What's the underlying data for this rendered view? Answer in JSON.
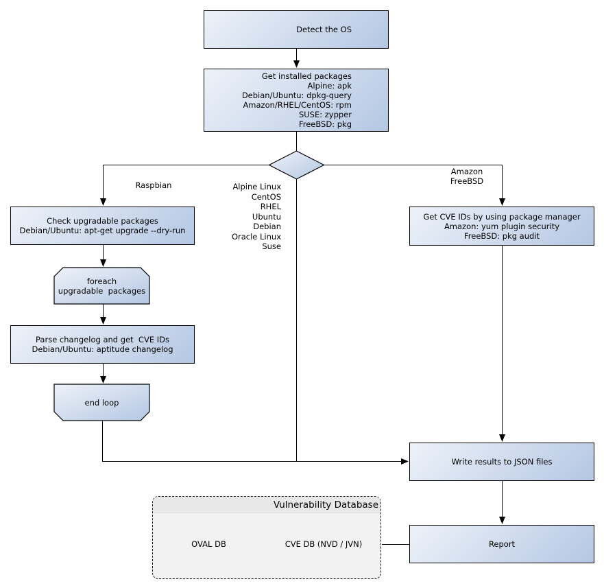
{
  "diagram": {
    "nodes": {
      "detect": {
        "label": "Detect the OS"
      },
      "get_installed_packages": {
        "label": "Get installed packages\nAlpine: apk\nDebian/Ubuntu: dpkg-query\nAmazon/RHEL/CentOS: rpm\nSUSE: zypper\nFreeBSD: pkg"
      },
      "check_upgradable": {
        "label": "Check upgradable packages\nDebian/Ubuntu: apt-get upgrade --dry-run"
      },
      "foreach": {
        "label": "foreach\nupgradable  packages"
      },
      "parse_changelog": {
        "label": "Parse changelog and get  CVE IDs\nDebian/Ubuntu: aptitude changelog"
      },
      "end_loop": {
        "label": "end loop"
      },
      "get_cve_ids": {
        "label": "Get CVE IDs by using package manager\nAmazon: yum plugin security\nFreeBSD: pkg audit"
      },
      "write_results": {
        "label": "Write results to JSON files"
      },
      "report": {
        "label": "Report"
      }
    },
    "edge_labels": {
      "raspbian": "Raspbian",
      "os_list": "Alpine Linux\nCentOS\nRHEL\nUbuntu\nDebian\nOracle Linux\nSuse",
      "amazon_freebsd": "Amazon\nFreeBSD"
    },
    "database": {
      "title": "Vulnerability Database",
      "cylinders": [
        "OVAL DB",
        "CVE DB (NVD / JVN)"
      ]
    },
    "colors": {
      "node_fill_light": "#eef2f9",
      "node_fill_dark": "#b4c7e3",
      "group_fill": "#f2f2f2",
      "group_header_fill": "#e8e8e8",
      "line": "#000000"
    }
  }
}
